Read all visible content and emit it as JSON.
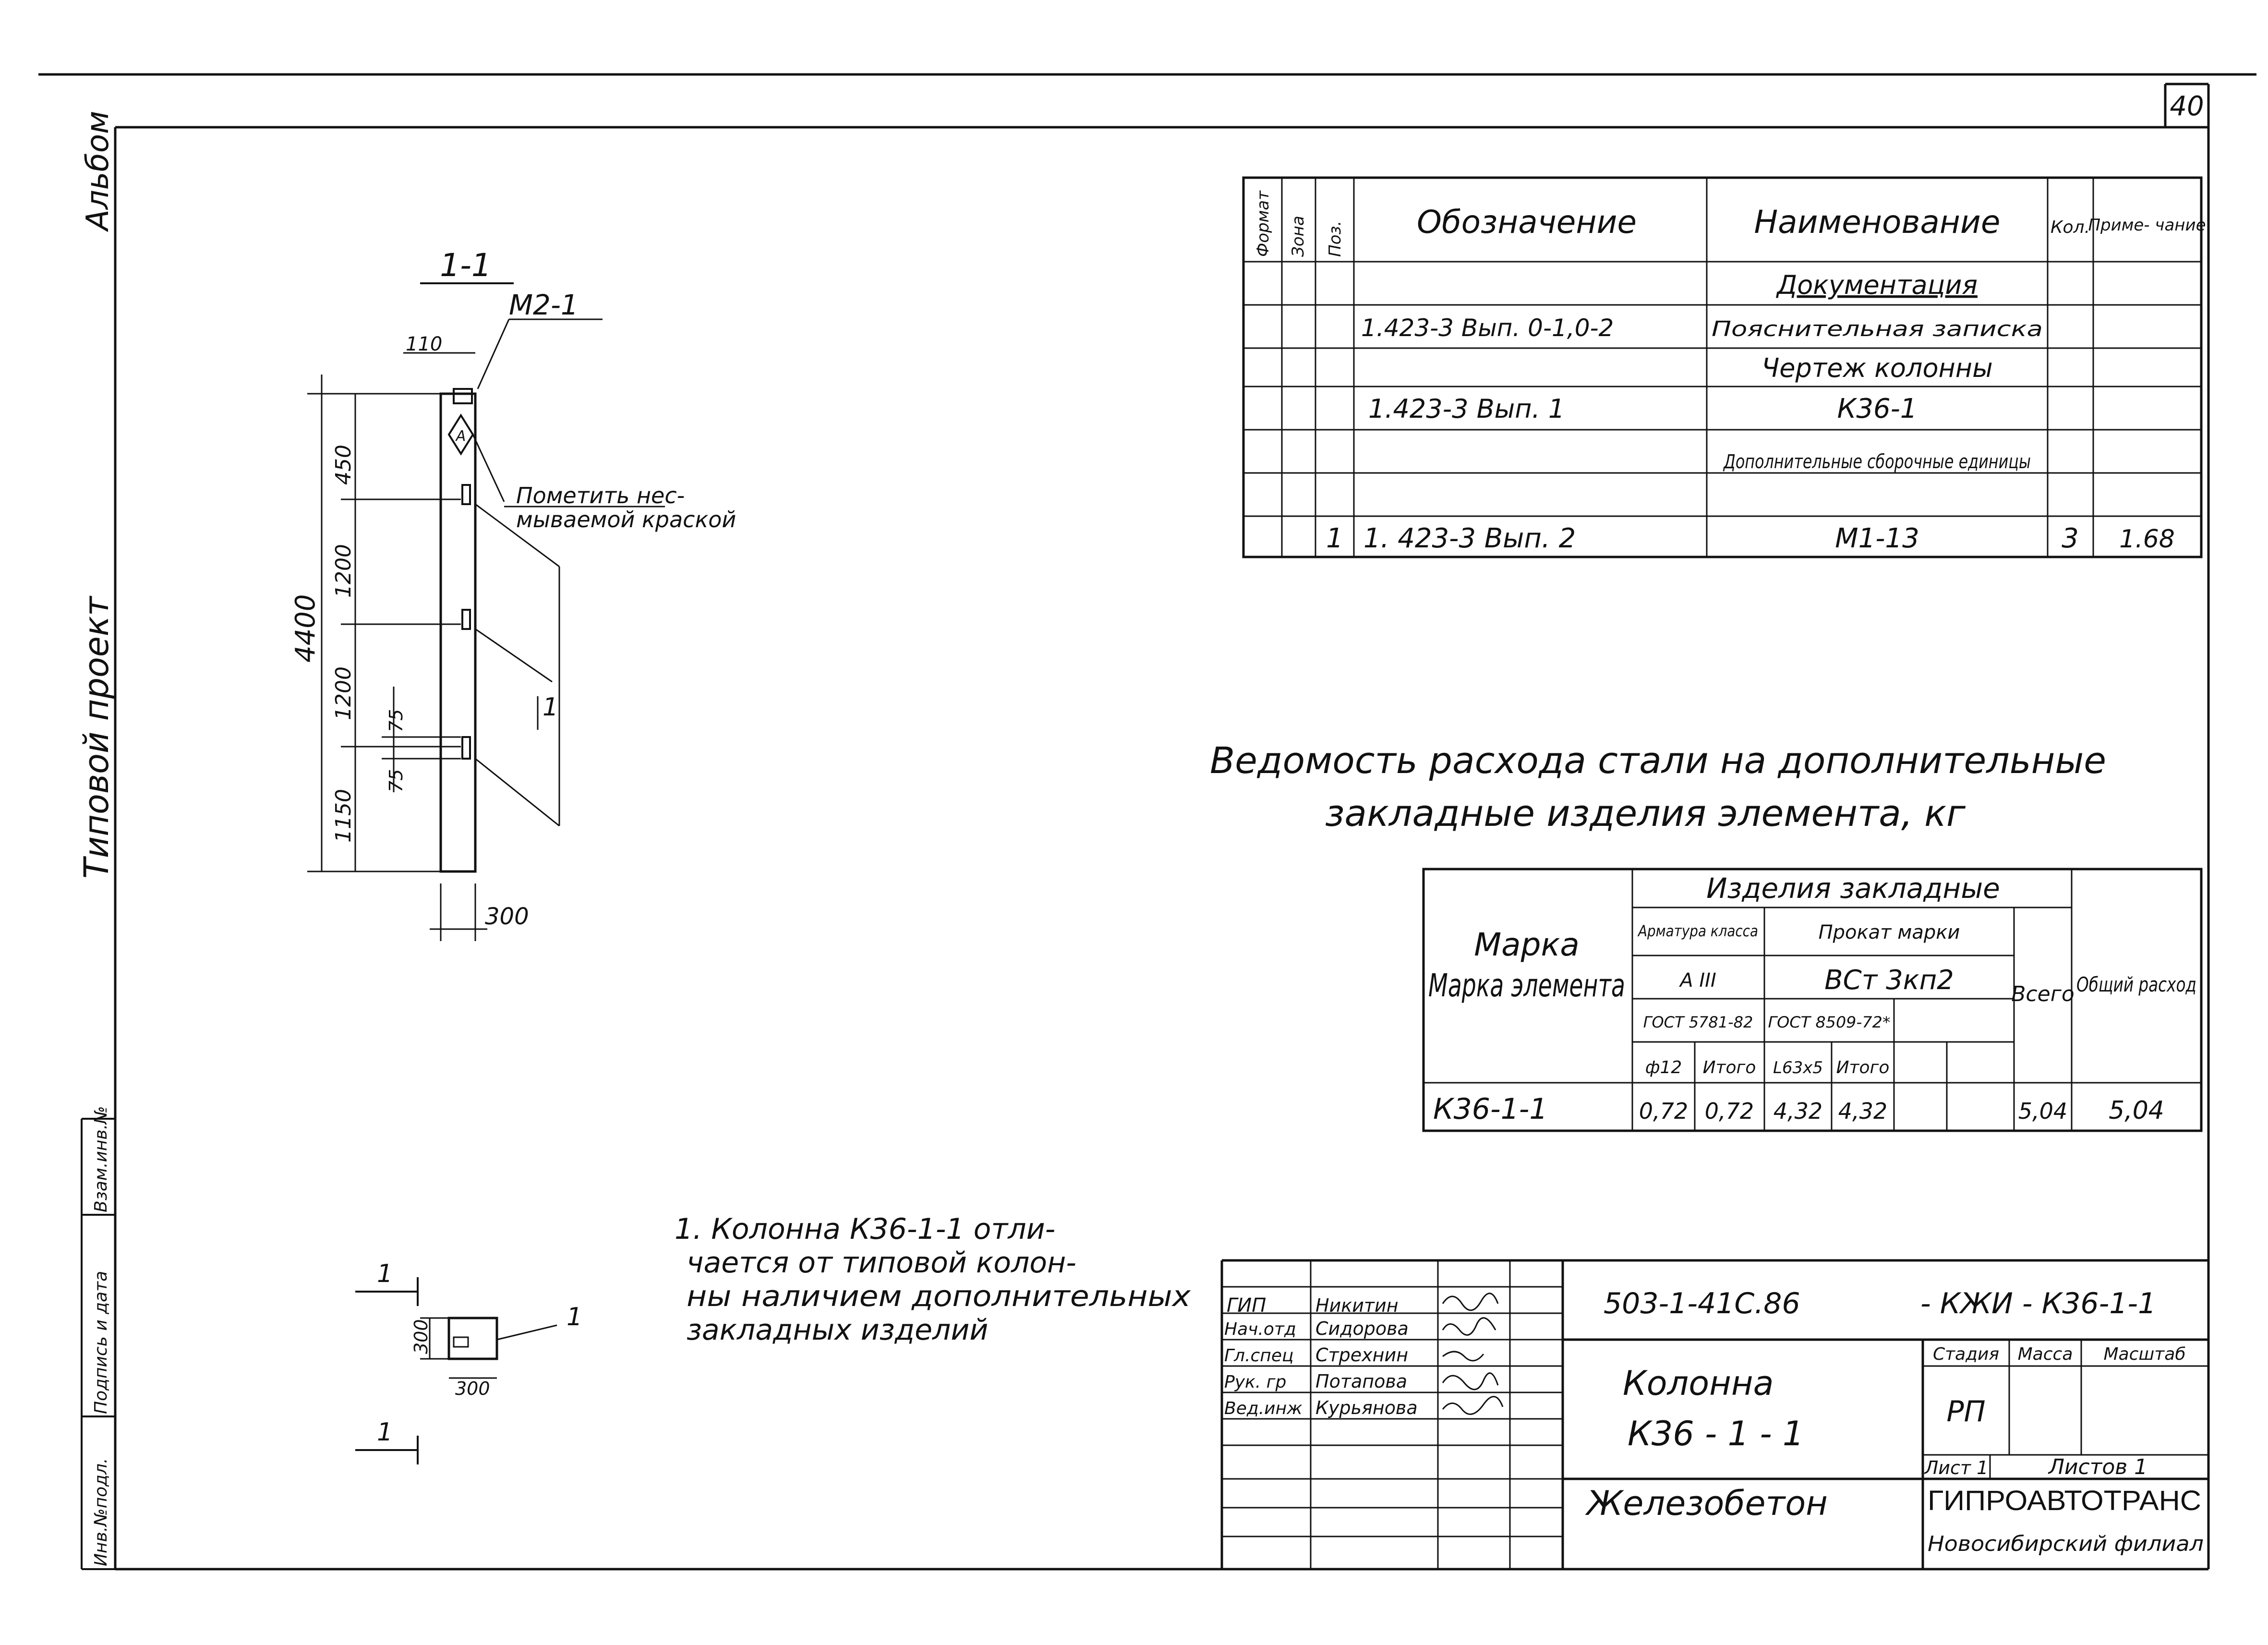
{
  "page_number": "40",
  "left_margin": {
    "album": "Альбом",
    "project_type": "Типовой проект",
    "stamp_labels": [
      "Инв.№подл.",
      "Подпись и дата",
      "Взам.инв.№"
    ]
  },
  "section_view": {
    "title": "1-1",
    "part_mark": "М2-1",
    "top_offset": "110",
    "dims_left": [
      "450",
      "1200",
      "1200",
      "1150"
    ],
    "total_height": "4400",
    "small_dims": [
      "75",
      "75"
    ],
    "width": "300",
    "position_callout": "1",
    "mark_symbol": "A",
    "note_line1": "Пометить нес-",
    "note_line2": "мываемой краской"
  },
  "small_section": {
    "cut_label_top": "1",
    "cut_label_bottom": "1",
    "dim_vertical": "300",
    "dim_horizontal": "300",
    "position_callout": "1"
  },
  "spec_table": {
    "headers": {
      "format": "Формат",
      "zone": "Зона",
      "pos": "Поз.",
      "designation": "Обозначение",
      "name": "Наименование",
      "qty": "Кол.",
      "note": "Приме- чание"
    },
    "rows": [
      {
        "pos": "",
        "designation": "",
        "name": "Документация",
        "qty": "",
        "note": "",
        "underline": true
      },
      {
        "pos": "",
        "designation": "1.423-3  Вып. 0-1,0-2",
        "name": "Пояснительная записка",
        "qty": "",
        "note": ""
      },
      {
        "pos": "",
        "designation": "",
        "name": "Чертеж колонны",
        "qty": "",
        "note": ""
      },
      {
        "pos": "",
        "designation": "1.423-3  Вып. 1",
        "name": "К36-1",
        "qty": "",
        "note": ""
      },
      {
        "pos": "",
        "designation": "",
        "name": "Дополнительные сборочные единицы",
        "qty": "",
        "note": "",
        "underline": true
      },
      {
        "pos": "1",
        "designation": "1. 423-3  Вып. 2",
        "name": "М1-13",
        "qty": "3",
        "note": "1.68"
      }
    ]
  },
  "steel_title_line1": "Ведомость расхода стали на дополнительные",
  "steel_title_line2": "закладные изделия элемента, кг",
  "steel_table": {
    "h_mark": "Марка элемента",
    "h_group": "Изделия закладные",
    "h_rebar": "Арматура класса",
    "h_rebar_class": "А III",
    "h_rebar_gost": "ГОСТ 5781-82",
    "h_rolled": "Прокат марки",
    "h_rolled_grade": "ВСт 3кп2",
    "h_rolled_gost": "ГОСТ 8509-72*",
    "h_total": "Всего",
    "h_overall": "Общий расход",
    "sub": [
      "ф12",
      "Итого",
      "L63x5",
      "Итого"
    ],
    "row": {
      "mark": "К36-1-1",
      "v1": "0,72",
      "v2": "0,72",
      "v3": "4,32",
      "v4": "4,32",
      "total": "5,04",
      "overall": "5,04"
    }
  },
  "note": {
    "line1": "1. Колонна  К36-1-1 отли-",
    "line2": "чается  от типовой колон-",
    "line3": "ны наличием дополнительных",
    "line4": "закладных   изделий"
  },
  "title_block": {
    "code": "503-1-41С.86",
    "sheet_code": "- КЖИ - К36-1-1",
    "roles": [
      {
        "role": "ГИП",
        "name": "Никитин"
      },
      {
        "role": "Нач.отд",
        "name": "Сидорова"
      },
      {
        "role": "Гл.спец",
        "name": "Стрехнин"
      },
      {
        "role": "Рук. гр",
        "name": "Потапова"
      },
      {
        "role": "Вед.инж",
        "name": "Курьянова"
      }
    ],
    "object_line1": "Колонна",
    "object_line2": "К36 - 1 - 1",
    "stage_label": "Стадия",
    "mass_label": "Масса",
    "scale_label": "Масштаб",
    "stage": "РП",
    "sheet": "Лист 1",
    "sheets": "Листов 1",
    "material": "Железобетон",
    "org": "ГИПРОАВТОТРАНС",
    "branch": "Новосибирский филиал"
  }
}
